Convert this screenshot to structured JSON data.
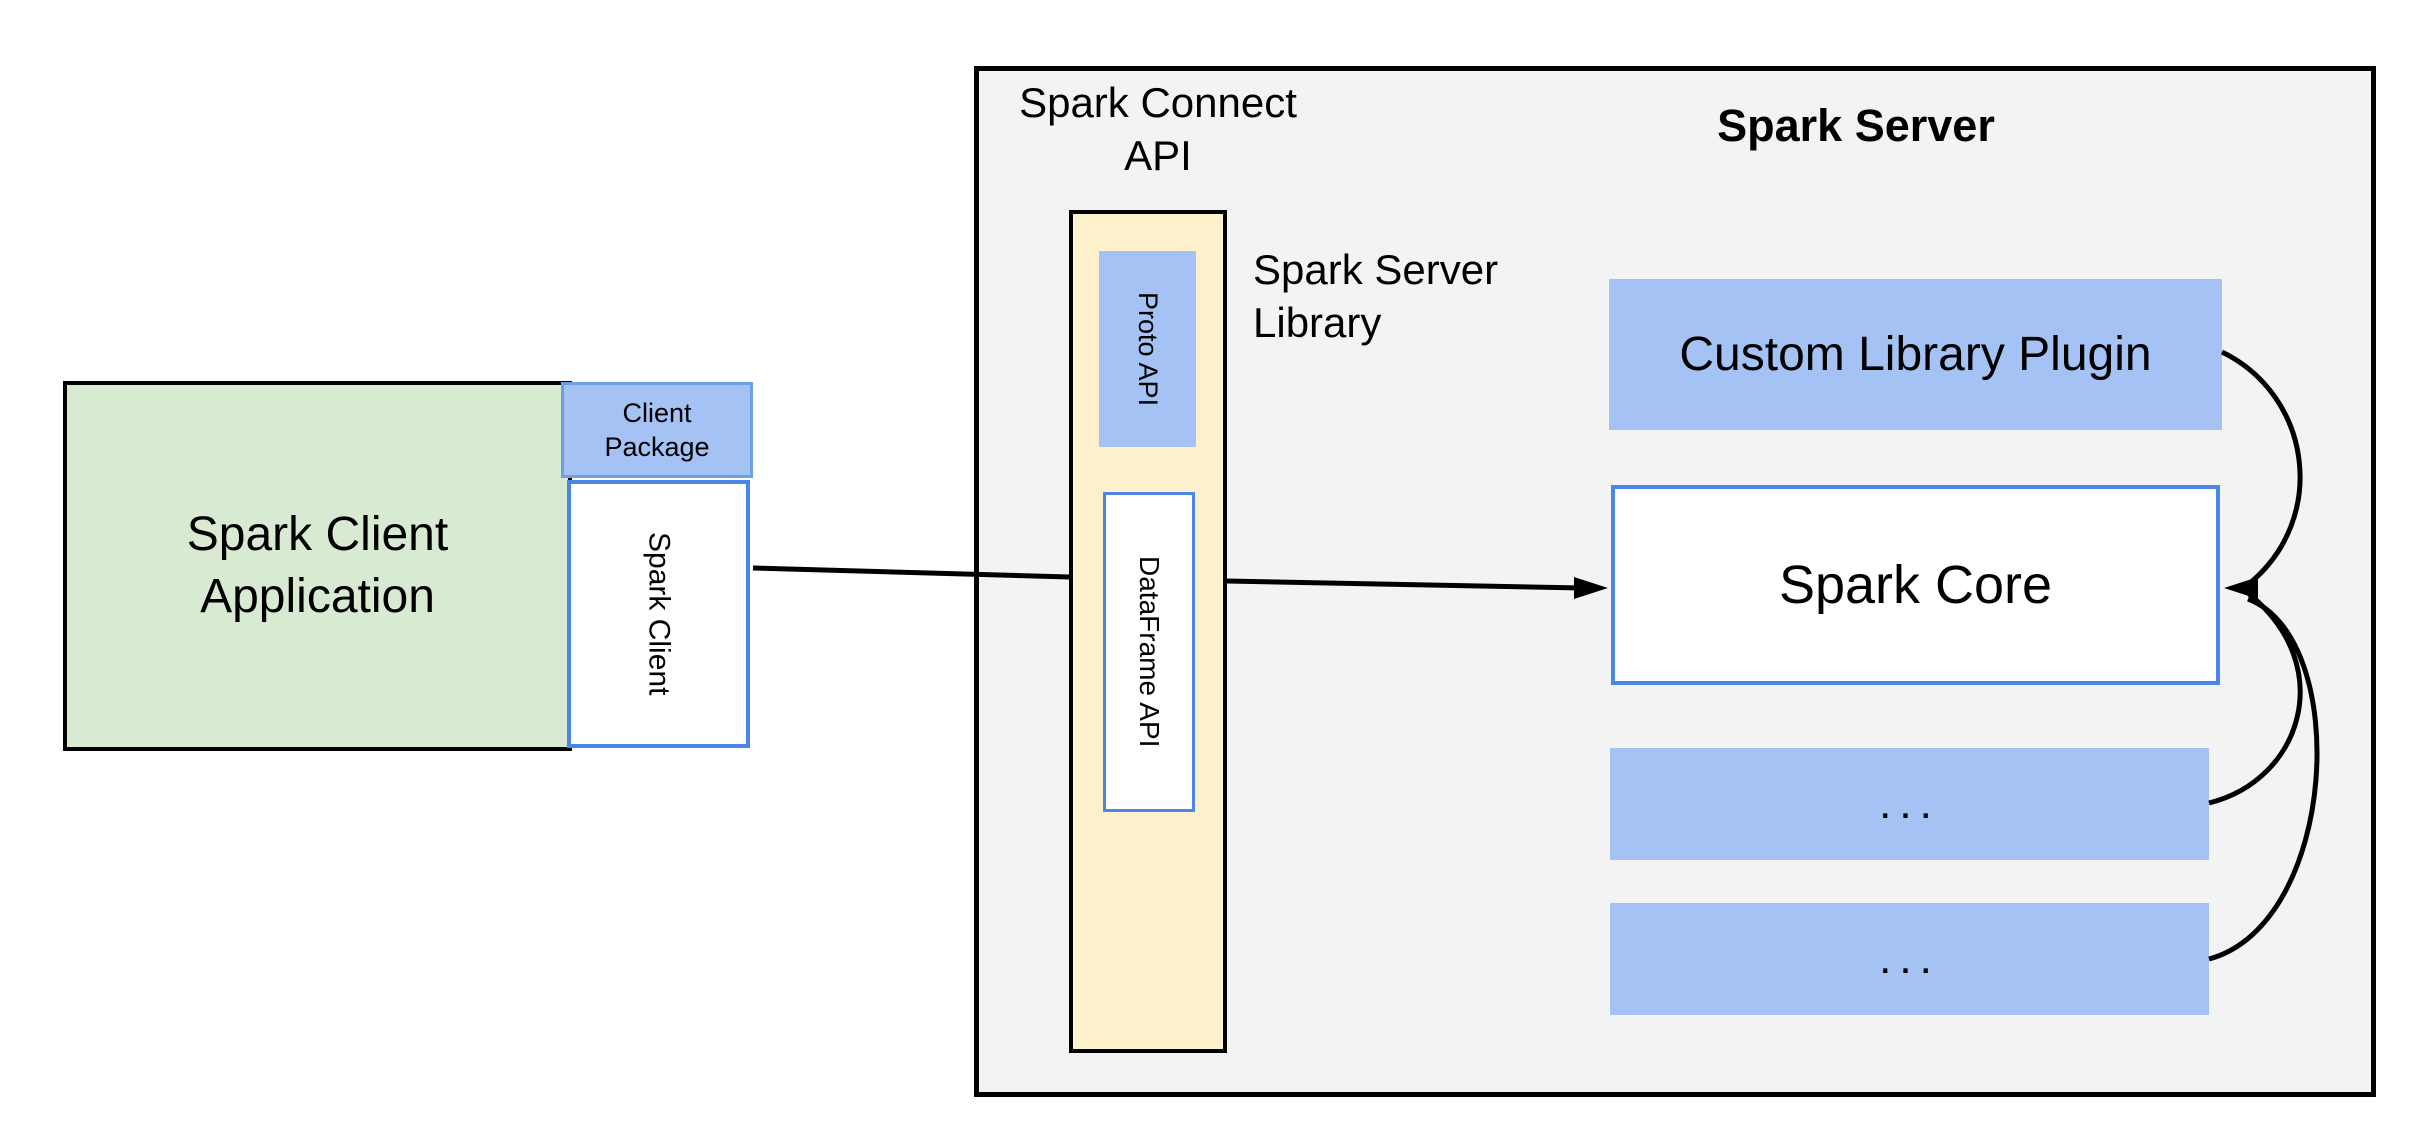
{
  "colors": {
    "box_blue": "#a4c2f4",
    "box_green": "#d9ead3",
    "box_yellow": "#fdf0cd",
    "panel_gray": "#f3f3f3",
    "border_blue": "#4a86e8",
    "border_blue_light": "#6d9eeb",
    "line_black": "#000000"
  },
  "client": {
    "application_label": "Spark Client\nApplication",
    "package_label": "Client\nPackage",
    "spark_client_label": "Spark Client"
  },
  "connect": {
    "title": "Spark Connect\nAPI",
    "proto_api_label": "Proto API",
    "dataframe_api_label": "DataFrame API",
    "server_library_label": "Spark Server\nLibrary"
  },
  "server": {
    "title": "Spark Server",
    "plugin_label": "Custom Library Plugin",
    "core_label": "Spark Core",
    "module_placeholder_1": "...",
    "module_placeholder_2": "..."
  }
}
